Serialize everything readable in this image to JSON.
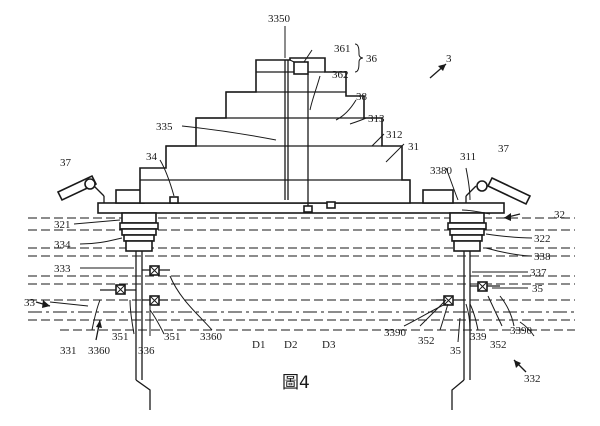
{
  "figure": {
    "caption": "圖4",
    "labels": {
      "l3": "3",
      "l3350": "3350",
      "l361": "361",
      "l36": "36",
      "l362": "362",
      "l38": "38",
      "l313": "313",
      "l312": "312",
      "l31": "31",
      "l335": "335",
      "l34": "34",
      "l37a": "37",
      "l37b": "37",
      "l311": "311",
      "l3380": "3380",
      "l32": "32",
      "l321": "321",
      "l334": "334",
      "l322": "322",
      "l338": "338",
      "l333": "333",
      "l337": "337",
      "l33": "33",
      "l35a": "35",
      "l35b": "35",
      "l331": "331",
      "l3360a": "3360",
      "l3360b": "3360",
      "l351a": "351",
      "l351b": "351",
      "l336": "336",
      "lD1": "D1",
      "lD2": "D2",
      "lD3": "D3",
      "l3390a": "3390",
      "l3390b": "3390",
      "l352a": "352",
      "l352b": "352",
      "l339": "339",
      "l332": "332"
    }
  }
}
